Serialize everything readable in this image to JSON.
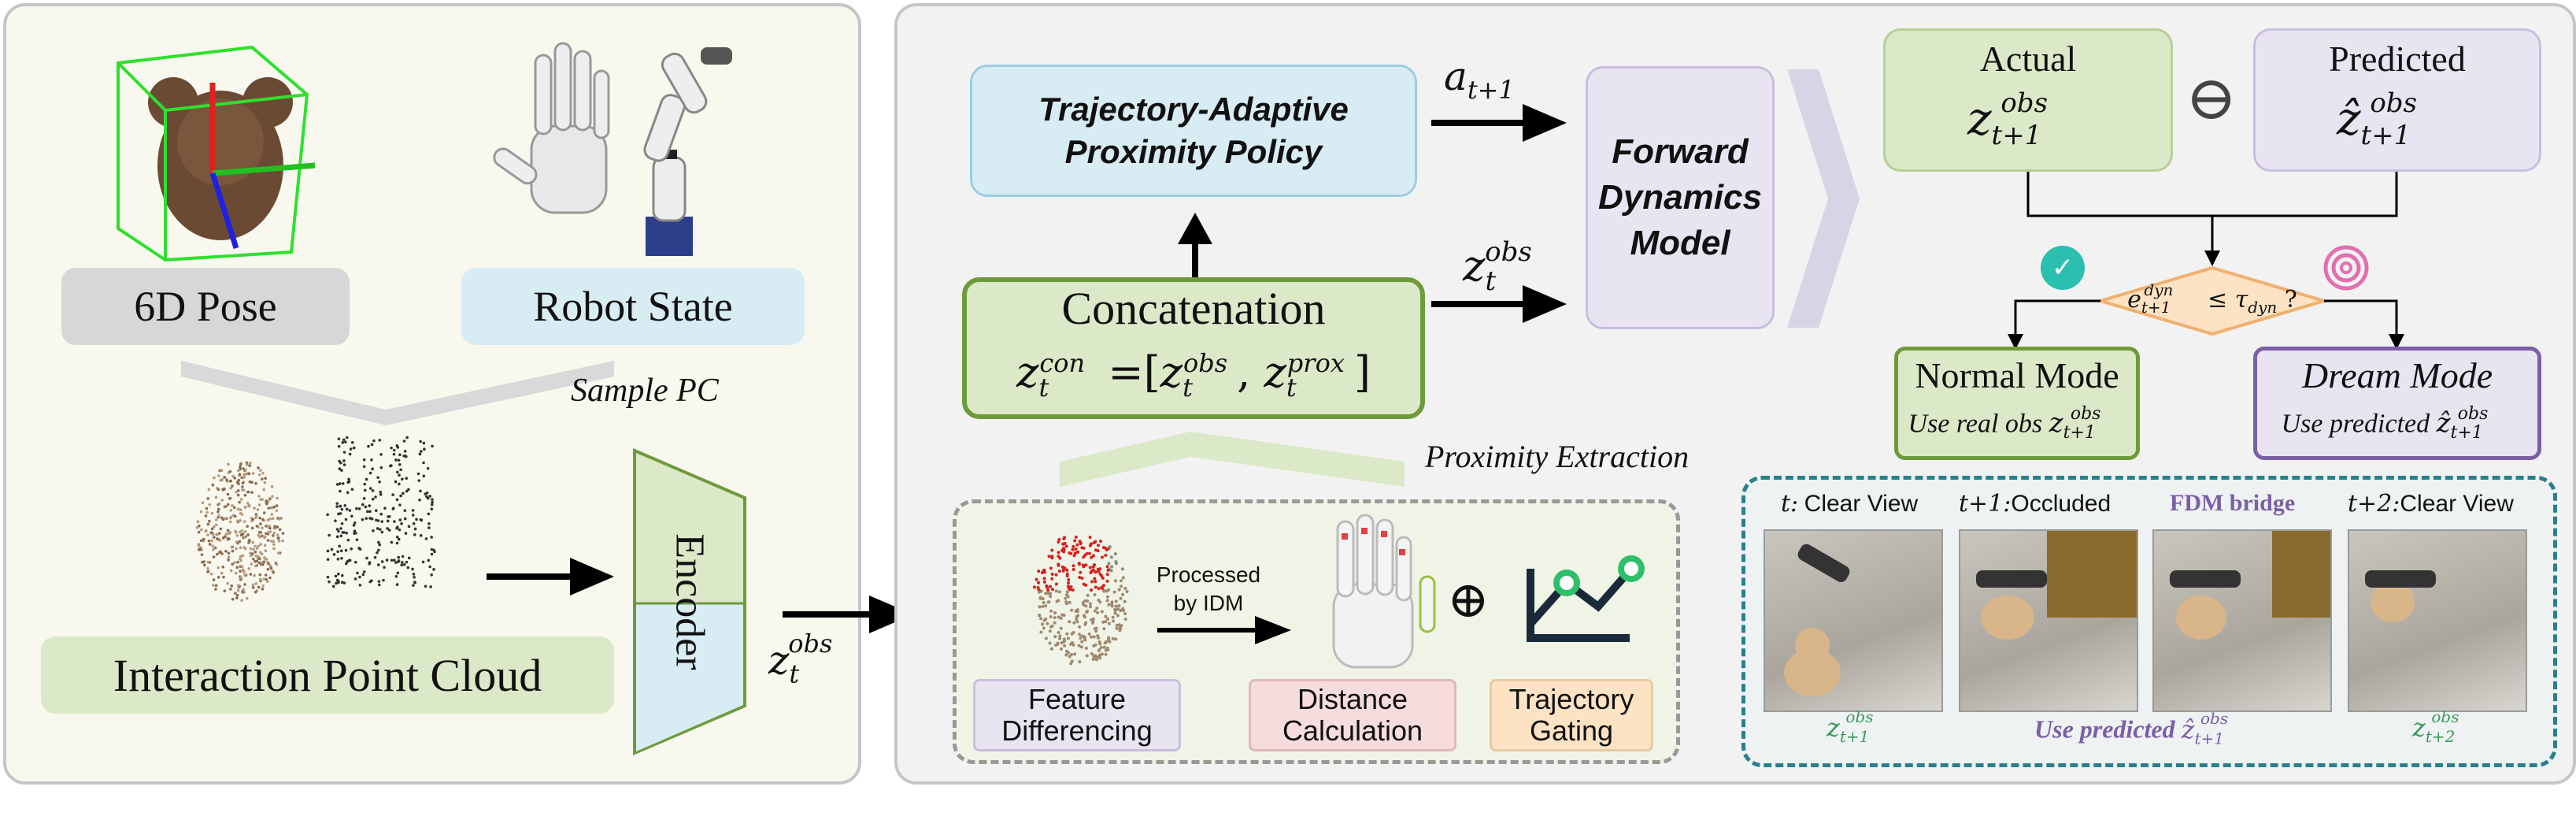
{
  "left_panel": {
    "pose_label": "6D Pose",
    "robot_state_label": "Robot State",
    "sample_pc_label": "Sample PC",
    "interaction_pc_label": "Interaction Point Cloud",
    "encoder_label": "Encoder",
    "encoder_output": "z",
    "encoder_output_sub": "t",
    "encoder_output_sup": "obs"
  },
  "policy": {
    "title_line1": "Trajectory-Adaptive",
    "title_line2": "Proximity Policy",
    "action_main": "a",
    "action_sub": "t+1"
  },
  "concat": {
    "title": "Concatenation",
    "formula": "z_t^con = [z_t^obs, z_t^prox]"
  },
  "obs_arrow": {
    "main": "z",
    "sub": "t",
    "sup": "obs"
  },
  "fdm": {
    "line1": "Forward",
    "line2": "Dynamics",
    "line3": "Model"
  },
  "proximity": {
    "label": "Proximity Extraction",
    "processed_line1": "Processed",
    "processed_line2": "by IDM",
    "feature_line1": "Feature",
    "feature_line2": "Differencing",
    "distance_line1": "Distance",
    "distance_line2": "Calculation",
    "gating_line1": "Trajectory",
    "gating_line2": "Gating",
    "plus_symbol": "⊕"
  },
  "compare": {
    "actual_title": "Actual",
    "predicted_title": "Predicted",
    "minus_symbol": "⊖",
    "condition": "e_{t+1}^{dyn} ≤ τ_{dyn} ?"
  },
  "modes": {
    "normal_title": "Normal Mode",
    "normal_sub": "Use real obs",
    "dream_title": "Dream Mode",
    "dream_sub": "Use predicted"
  },
  "timeline": {
    "frame1_label": "Clear View",
    "frame1_time": "t:",
    "frame2_label": "Occluded",
    "frame2_time": "t+1:",
    "frame3_label": "FDM bridge",
    "frame4_label": "Clear View",
    "frame4_time": "t+2:",
    "bottom_middle": "Use predicted"
  },
  "colors": {
    "green_fill": "#dce9c8",
    "green_border": "#6e9a3c",
    "blue_fill": "#d8ecf4",
    "lavender_fill": "#e9e4f2",
    "teal_dash": "#2a7f8e",
    "orange_fill": "#fde3c4",
    "pink_fill": "#f6dcdc",
    "purple_text": "#7a5fa6",
    "green_text": "#3a9a5c"
  }
}
